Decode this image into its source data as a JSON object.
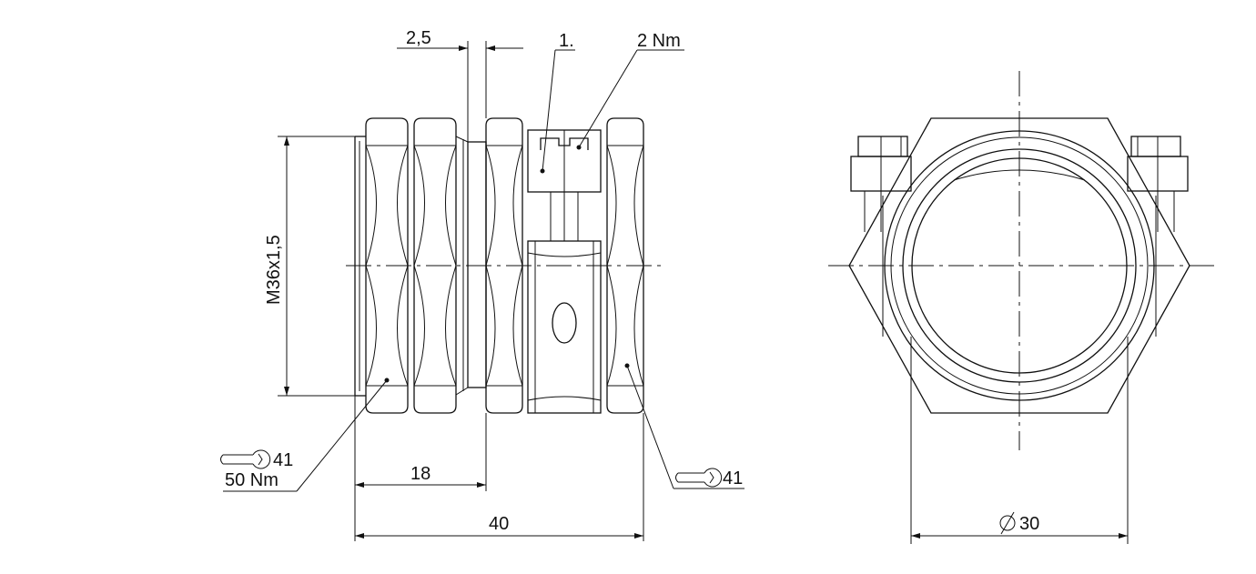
{
  "labels": {
    "thickness": "2,5",
    "step": "1.",
    "torque_small": "2 Nm",
    "thread": "M36x1,5",
    "wrench_left": "41",
    "torque_left": "50 Nm",
    "length_18": "18",
    "length_40": "40",
    "wrench_right": "41",
    "diameter": "30"
  },
  "colors": {
    "line": "#111111",
    "background": "#ffffff"
  },
  "icons": {
    "wrench": "wrench-icon",
    "diameter": "diameter-symbol-icon"
  }
}
